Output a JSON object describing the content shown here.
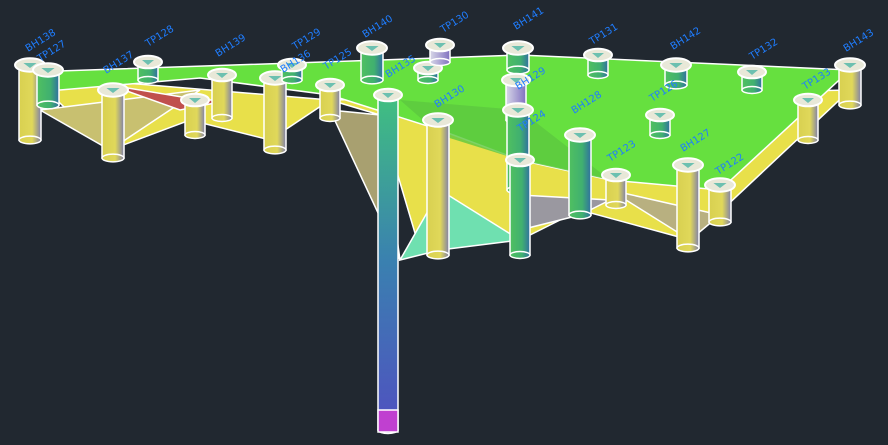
{
  "viewport": {
    "background": "#212830",
    "label_color": "#1f7dff",
    "surface_colors": {
      "top": "#66e03f",
      "side": "#e5e04a",
      "red": "#c0504d",
      "grey": "#9a9a80",
      "teal": "#6fe0b0"
    }
  },
  "borehole_labels": [
    "BH138",
    "TP127",
    "BH137",
    "TP128",
    "BH139",
    "BH136",
    "TP129",
    "TP125",
    "BH140",
    "BH135",
    "TP130",
    "BH141",
    "BH129",
    "BH130",
    "TP124",
    "BH128",
    "TP131",
    "BH142",
    "TP126",
    "TP132",
    "TP133",
    "BH143",
    "TP123",
    "BH127",
    "TP122"
  ]
}
